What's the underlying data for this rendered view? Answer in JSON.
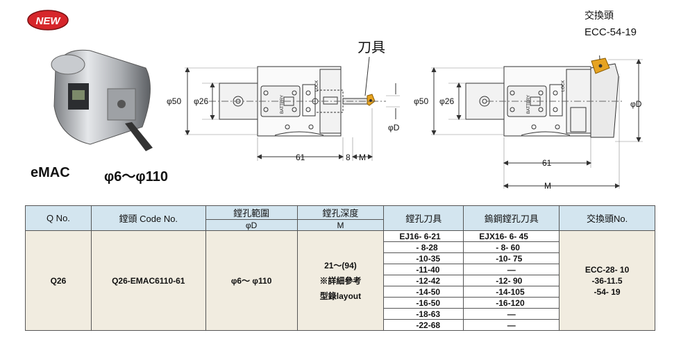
{
  "badge": {
    "text": "NEW"
  },
  "product": {
    "name": "eMAC",
    "range": "φ6～φ110"
  },
  "labels": {
    "cutter": "刀具",
    "exchange_head": "交換頭",
    "exchange_code": "ECC-54-19"
  },
  "dims": {
    "d50_left": "φ50",
    "d26_left": "φ26",
    "dD_left": "φD",
    "d61_left": "61",
    "d8": "8",
    "M_left": "M",
    "d50_right": "φ50",
    "d26_right": "φ26",
    "dD_right": "φD",
    "d61_right": "61",
    "M_right": "M",
    "battery": "BATTERY",
    "lock": "LOCK"
  },
  "table": {
    "headers": {
      "qno": "Q No.",
      "code": "鏜頭 Code No.",
      "bore_range": "鏜孔範圍",
      "bore_range_unit": "φD",
      "bore_depth": "鏜孔深度",
      "bore_depth_unit": "M",
      "bore_tool": "鏜孔刀具",
      "carbide_tool": "鎢鋼鏜孔刀具",
      "exchange": "交換頭No."
    },
    "row": {
      "qno": "Q26",
      "code": "Q26-EMAC6110-61",
      "range": "φ6～ φ110",
      "depth": "21～(94)",
      "note1": "※詳細參考",
      "note2": "型錄layout",
      "exchange_lines": [
        "ECC-28-   10",
        "-36-11.5",
        "-54-   19"
      ]
    },
    "bore_tools": [
      "EJ16-  6-21",
      "-  8-28",
      "-10-35",
      "-11-40",
      "-12-42",
      "-14-50",
      "-16-50",
      "-18-63",
      "-22-68"
    ],
    "carbide_tools": [
      "EJX16-  6-  45",
      "-  8-  60",
      "-10-  75",
      "—",
      "-12-  90",
      "-14-105",
      "-16-120",
      "—",
      "—"
    ]
  }
}
